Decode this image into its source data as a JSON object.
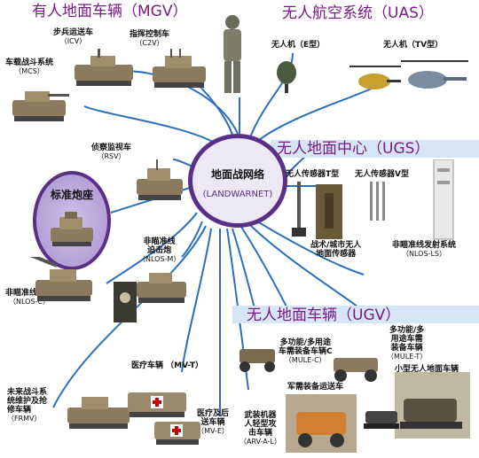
{
  "colors": {
    "title": "#7a1a86",
    "hub_border": "#5a2f86",
    "link": "#2a6fbf",
    "section_bg": "#d6e6f7",
    "vehicle": "#8b7a5e"
  },
  "hub": {
    "line1": "地面战网络",
    "line2": "(LANDWARNET)"
  },
  "sections": {
    "mgv": "有人地面车辆（MGV）",
    "uas": "无人航空系统（UAS）",
    "ugs": "无人地面中心（UGS）",
    "ugv": "无人地面车辆（UGV）"
  },
  "labels": {
    "icv": {
      "name": "步兵运送车",
      "code": "（ICV）"
    },
    "c2v": {
      "name": "指挥控制车",
      "code": "（C2V）"
    },
    "mcs": {
      "name": "车载战斗系统",
      "code": "（MCS）"
    },
    "rsv": {
      "name": "侦察监视车",
      "code": "（RSV）"
    },
    "cannon": "标准炮座",
    "nlos_m": {
      "name1": "非瞄准线",
      "name2": "迫击炮",
      "code": "（NLOS-M）"
    },
    "nlos_c": {
      "name": "非瞄准线火炮",
      "code": "（NLOS-C）"
    },
    "frmv": {
      "name1": "未来战斗系",
      "name2": "统维护及抢",
      "name3": "修车辆",
      "code": "（FRMV）"
    },
    "mv_t": {
      "name": "医疗车辆",
      "code": "（MV-T）"
    },
    "mv_e": {
      "name1": "医疗及后",
      "name2": "送车辆",
      "code": "（MV-E）"
    },
    "uav_e": "无人机（E型）",
    "uav_tv": "无人机（TV型）",
    "sensor_t": "无人传感器T型",
    "sensor_v": "无人传感器V型",
    "urban": {
      "name1": "战术/城市无人",
      "name2": "地面传感器"
    },
    "nlos_ls": {
      "name": "非瞄准线发射系统",
      "code": "（NLOS-LS）"
    },
    "mule_c": {
      "name1": "多功能/多用途",
      "name2": "车需装备车辆C",
      "code": "（MULE-C）"
    },
    "mule_t": {
      "name1": "多功能/多",
      "name2": "用途车需",
      "name3": "装备车辆",
      "code": "（MULE-T）"
    },
    "small_ugv": "小型无人地面车辆",
    "transport": "军需装备运送车",
    "arv": {
      "name1": "武装机器",
      "name2": "人轻型攻",
      "name3": "击车辆",
      "code": "（ARV-A-L）"
    }
  }
}
